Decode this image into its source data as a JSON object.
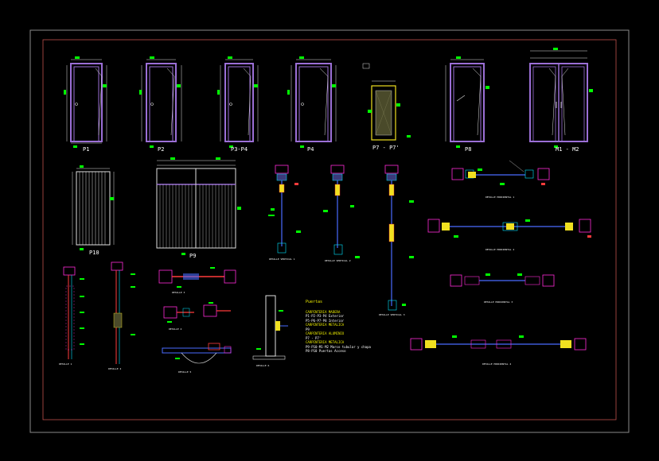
{
  "drawing": {
    "colors": {
      "background": "#000000",
      "frame_outer": "#8a8a8a",
      "frame_inner": "#c0504d",
      "door_leaf": "#9b6fd6",
      "dimension": "#e0e0e0",
      "accent_green": "#00ff00",
      "accent_cyan": "#00e5ff",
      "accent_magenta": "#ff2bd6",
      "accent_yellow": "#f0e020",
      "accent_red": "#ff3b3b",
      "accent_blue": "#4a6bff"
    },
    "door_labels": [
      "P1",
      "P2",
      "P3-P4",
      "P4",
      "P7 - P7'",
      "P8",
      "M1 - M2",
      "P10",
      "P9"
    ],
    "notes": {
      "title": "Puertas",
      "lines": [
        "CARPINTERIA MADERA",
        "P1-P2-P3-P4 Exterior",
        "P5-P6-P7-P8 Interior",
        "CARPINTERIA METALICA",
        "P9",
        "CARPINTERIA ALUMINIO",
        "P7 - P7'",
        "CARPINTERIA METALICA",
        "P9-P10-M1-M2 Marco tubular y chapa",
        "P8-P10 Puertas Acceso"
      ]
    },
    "detail_captions": [
      "DETALLE HORIZONTAL 1",
      "DETALLE HORIZONTAL 2",
      "DETALLE HORIZONTAL 3",
      "DETALLE HORIZONTAL 4",
      "DETALLE VERTICAL 1",
      "DETALLE VERTICAL 2",
      "DETALLE VERTICAL 3",
      "DETALLE 1",
      "DETALLE 2",
      "DETALLE 3",
      "DETALLE 4",
      "DETALLE 5",
      "DETALLE 6"
    ]
  }
}
